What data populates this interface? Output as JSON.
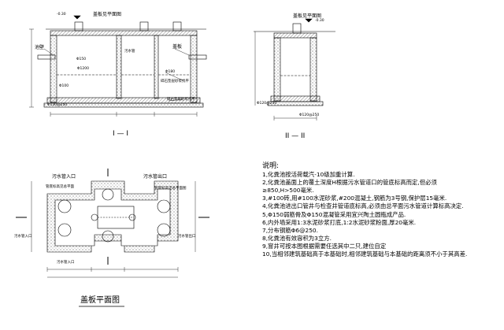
{
  "section1": {
    "top_label": "盖板见平面图",
    "left_label": "池壁",
    "right_label": "盖板",
    "inlet": "污水管",
    "hatch_note": "碎石垫层砂浆找平",
    "bottom_note": "碎石垫层砂浆找平",
    "elev_top": "-0.30",
    "dim_a": "Φ150",
    "dim_b": "Φ1200",
    "dim_c": "Φ100",
    "dim_d": "Φ120@250",
    "dim_e": "Φ180",
    "title": "I — I"
  },
  "section2": {
    "top_label": "盖板见平面图",
    "elev_top": "-0.30",
    "dim_a": "Φ120@250",
    "dim_b": "Φ120@250",
    "title": "II — II"
  },
  "plan": {
    "inlet_1": "污水管入口",
    "inlet_2": "污水管出口",
    "tl_label": "管底标高见总平面",
    "tr_label": "管底标高见总平面图",
    "left_label": "污水管入口",
    "right_label": "污水管出口",
    "bottom_label": "污水管入口",
    "title": "盖板平面图"
  },
  "notes": {
    "title": "说明:",
    "items": [
      "1,化粪池按活荷载汽-10级加重计算.",
      "2,化粪池盖面上的覆土深度H根据污水管道口的管底标高而定,但必须",
      "  ≥850,H>500毫米.",
      "3,#100砖,用#100水泥砂浆,#200混凝土,钢筋为3号钢,保护层15毫米.",
      "4,化粪池进出口管井与检查井管道底标高,必须由总平面污水管道计算标高决定.",
      "5,Φ150弱筋骨及Φ150混凝管采用宜兴陶土圆瓶成产品.",
      "6,内外墙采用1:3水泥砂浆打底,1:2水泥砂浆粉面,厚20毫米.",
      "7,分布钢筋Φ6@250.",
      "8,化粪池有效容积为3立方.",
      "9,窨井可按本图根据需要任选其中二只,建位自定",
      "10,当相邻建筑基础高于本基础时,相邻建筑基础与本基础的距离须不小于其高差."
    ]
  }
}
